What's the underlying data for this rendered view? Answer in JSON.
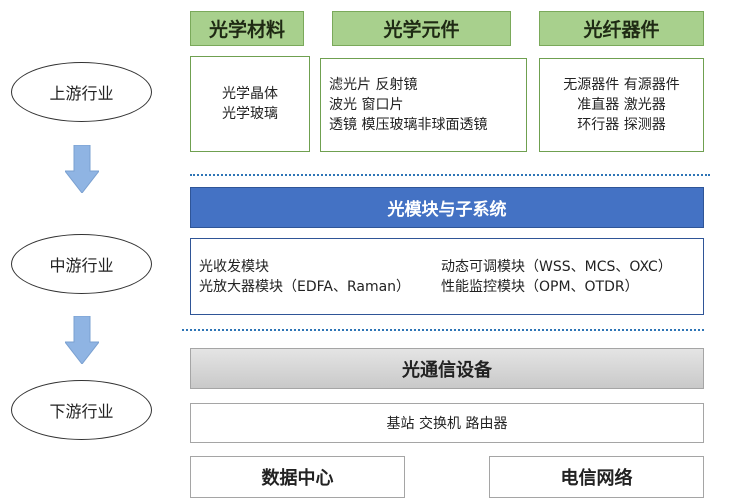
{
  "tiers": {
    "upstream": "上游行业",
    "midstream": "中游行业",
    "downstream": "下游行业"
  },
  "upstream": {
    "materials": {
      "title": "光学材料",
      "lines": [
        "光学晶体",
        "光学玻璃"
      ]
    },
    "elements": {
      "title": "光学元件",
      "lines": [
        "滤光片 反射镜",
        "波光 窗口片",
        "透镜 模压玻璃非球面透镜"
      ]
    },
    "fiber_devices": {
      "title": "光纤器件",
      "lines": [
        "无源器件 有源器件",
        "准直器 激光器",
        "环行器 探测器"
      ]
    }
  },
  "midstream": {
    "title": "光模块与子系统",
    "left_lines": [
      "光收发模块",
      "光放大器模块（EDFA、Raman）"
    ],
    "right_lines": [
      "动态可调模块（WSS、MCS、OXC）",
      "性能监控模块（OPM、OTDR）"
    ]
  },
  "downstream": {
    "title": "光通信设备",
    "equipment": "基站 交换机 路由器",
    "left_end": "数据中心",
    "right_end": "电信网络"
  },
  "colors": {
    "green_header": "#a8d08d",
    "green_border": "#6fa050",
    "blue_bar": "#4472c4",
    "arrow": "#8fb4e3",
    "dotted": "#2e75b6",
    "gray_bar": "#d0d0d0"
  }
}
